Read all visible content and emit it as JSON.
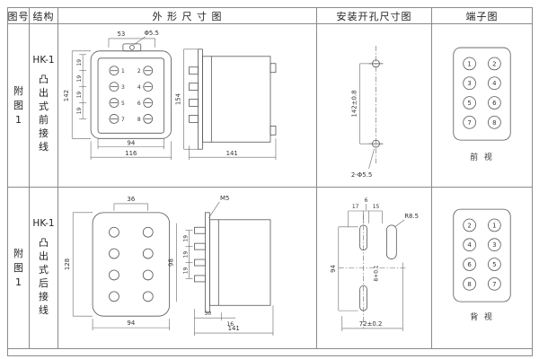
{
  "headers": {
    "fig": "图号",
    "struct": "结构",
    "outline": "外 形 尺 寸 图",
    "install": "安装开孔尺寸图",
    "terminal": "端子图"
  },
  "row1": {
    "fig_chars": [
      "附",
      "图",
      "1"
    ],
    "model": "HK-1",
    "struct_chars": [
      "凸",
      "出",
      "式",
      "前",
      "接",
      "线"
    ],
    "outline": {
      "d53": "53",
      "phi": "Φ5.5",
      "d142": "142",
      "d19": "19",
      "d94": "94",
      "d116": "116",
      "d154": "154",
      "d141": "141",
      "nums": [
        "1",
        "2",
        "3",
        "4",
        "5",
        "6",
        "7",
        "8"
      ]
    },
    "install": {
      "dv": "142±0.8",
      "holes": "2-Φ5.5"
    },
    "terminal": {
      "left": [
        "1",
        "3",
        "5",
        "7"
      ],
      "right": [
        "2",
        "4",
        "6",
        "8"
      ],
      "view": "前 视"
    }
  },
  "row2": {
    "fig_chars": [
      "附",
      "图",
      "1"
    ],
    "model": "HK-1",
    "struct_chars": [
      "凸",
      "出",
      "式",
      "后",
      "接",
      "线"
    ],
    "outline": {
      "d36": "36",
      "d128": "128",
      "d94": "94",
      "m5": "M5",
      "d98": "98",
      "d19": "19",
      "d30": "30",
      "d16": "16",
      "d141": "141"
    },
    "install": {
      "d17": "17",
      "d6": "6",
      "d15": "15",
      "r85": "R8.5",
      "d94": "94",
      "d72": "72±0.2",
      "slot": "8+0.1"
    },
    "terminal": {
      "left": [
        "2",
        "4",
        "6",
        "8"
      ],
      "right": [
        "1",
        "3",
        "5",
        "7"
      ],
      "view": "背 视"
    }
  }
}
